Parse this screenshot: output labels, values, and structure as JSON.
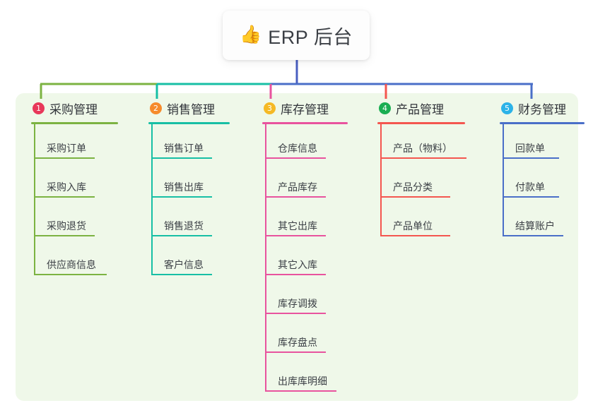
{
  "title": {
    "icon": "thumbs-up-icon",
    "icon_glyph": "👍",
    "text": "ERP 后台"
  },
  "colors": {
    "canvas": "#ffffff",
    "panel": "#eff8e9",
    "title_text": "#3b3f45",
    "trunk": "#4a5fc1"
  },
  "columns": [
    {
      "index": "1",
      "badge_color": "#e8385a",
      "line_color": "#7cb342",
      "label": "采购管理",
      "head_rule_width": 123,
      "items": [
        {
          "label": "采购订单",
          "rule_width": 86
        },
        {
          "label": "采购入库",
          "rule_width": 86
        },
        {
          "label": "采购退货",
          "rule_width": 86
        },
        {
          "label": "供应商信息",
          "rule_width": 103
        }
      ]
    },
    {
      "index": "2",
      "badge_color": "#f68b2c",
      "line_color": "#17bfa5",
      "label": "销售管理",
      "head_rule_width": 115,
      "items": [
        {
          "label": "销售订单",
          "rule_width": 86
        },
        {
          "label": "销售出库",
          "rule_width": 86
        },
        {
          "label": "销售退货",
          "rule_width": 86
        },
        {
          "label": "客户信息",
          "rule_width": 86
        }
      ]
    },
    {
      "index": "3",
      "badge_color": "#f5b925",
      "line_color": "#e8539e",
      "label": "库存管理",
      "head_rule_width": 121,
      "items": [
        {
          "label": "仓库信息",
          "rule_width": 86
        },
        {
          "label": "产品库存",
          "rule_width": 86
        },
        {
          "label": "其它出库",
          "rule_width": 86
        },
        {
          "label": "其它入库",
          "rule_width": 86
        },
        {
          "label": "库存调拨",
          "rule_width": 86
        },
        {
          "label": "库存盘点",
          "rule_width": 86
        },
        {
          "label": "出库库明细",
          "rule_width": 101
        }
      ]
    },
    {
      "index": "4",
      "badge_color": "#1aae52",
      "line_color": "#f4564f",
      "label": "产品管理",
      "head_rule_width": 124,
      "items": [
        {
          "label": "产品（物料）",
          "rule_width": 122
        },
        {
          "label": "产品分类",
          "rule_width": 99
        },
        {
          "label": "产品单位",
          "rule_width": 99
        }
      ]
    },
    {
      "index": "5",
      "badge_color": "#2cb3e8",
      "line_color": "#4a6fc8",
      "label": "财务管理",
      "head_rule_width": 120,
      "items": [
        {
          "label": "回款单",
          "rule_width": 80
        },
        {
          "label": "付款单",
          "rule_width": 80
        },
        {
          "label": "结算账户",
          "rule_width": 86
        }
      ]
    }
  ]
}
